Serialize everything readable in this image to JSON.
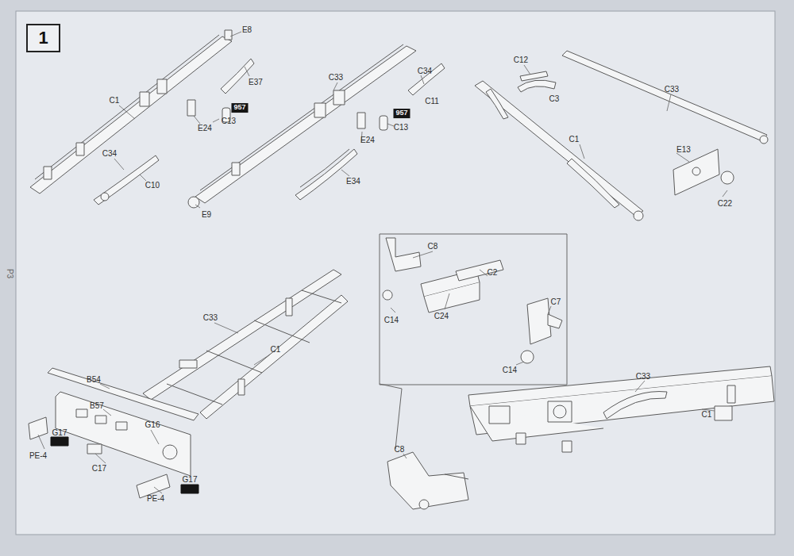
{
  "diagram": {
    "nodes": [
      {
        "text": [
          "1"
        ]
      }
    ],
    "labels": [
      "E8",
      "E37",
      "C1",
      "957",
      "C13",
      "E24",
      "C34",
      "C10",
      "C33",
      "C34",
      "C11",
      "957",
      "C13",
      "E24",
      "E34",
      "E9",
      "C12",
      "C3",
      "C33",
      "C1",
      "E13",
      "C22",
      "P3",
      "C33",
      "C1",
      "B54",
      "B57",
      "G16",
      "PE-4",
      "G17",
      "C17",
      "G17",
      "PE-4",
      "C8",
      "C2",
      "C24",
      "C7",
      "C14",
      "C14",
      "C33",
      "C1",
      "C8"
    ]
  }
}
